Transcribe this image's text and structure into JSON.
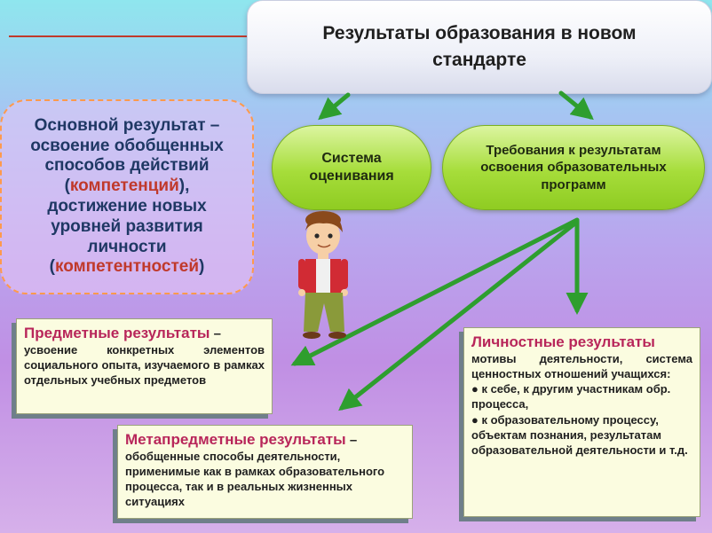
{
  "title": "Результаты образования в новом стандарте",
  "main_result": {
    "text_1": "Основной результат – освоение обобщенных способов действий (",
    "highlight_1": "компетенций",
    "text_2": "), достижение новых уровней развития личности (",
    "highlight_2": "компетентностей",
    "text_3": ")"
  },
  "evaluation_system": "Система оценивания",
  "requirements": "Требования к результатам освоения образовательных программ",
  "subject_results": {
    "heading": "Предметные результаты",
    "dash": " –",
    "body": "усвоение конкретных элементов социального опыта, изучаемого в рамках отдельных учебных предметов"
  },
  "metasubject_results": {
    "heading": "Метапредметные результаты",
    "dash": " –",
    "body": "обобщенные способы деятельности, применимые как в рамках образовательного процесса, так и в реальных жизненных ситуациях"
  },
  "personal_results": {
    "heading": "Личностные результаты",
    "intro": "мотивы деятельности, система ценностных отношений учащихся:",
    "items": [
      "● к себе,  к другим участникам обр. процесса,",
      "● к образовательному процессу, объектам познания, результатам образовательной деятельности и т.д."
    ]
  },
  "colors": {
    "heading_dark": "#1f3864",
    "accent_red": "#c0392b",
    "card_heading": "#b8265a",
    "pill_green": "#a6dd3a",
    "arrow_green": "#2e9e2e"
  }
}
